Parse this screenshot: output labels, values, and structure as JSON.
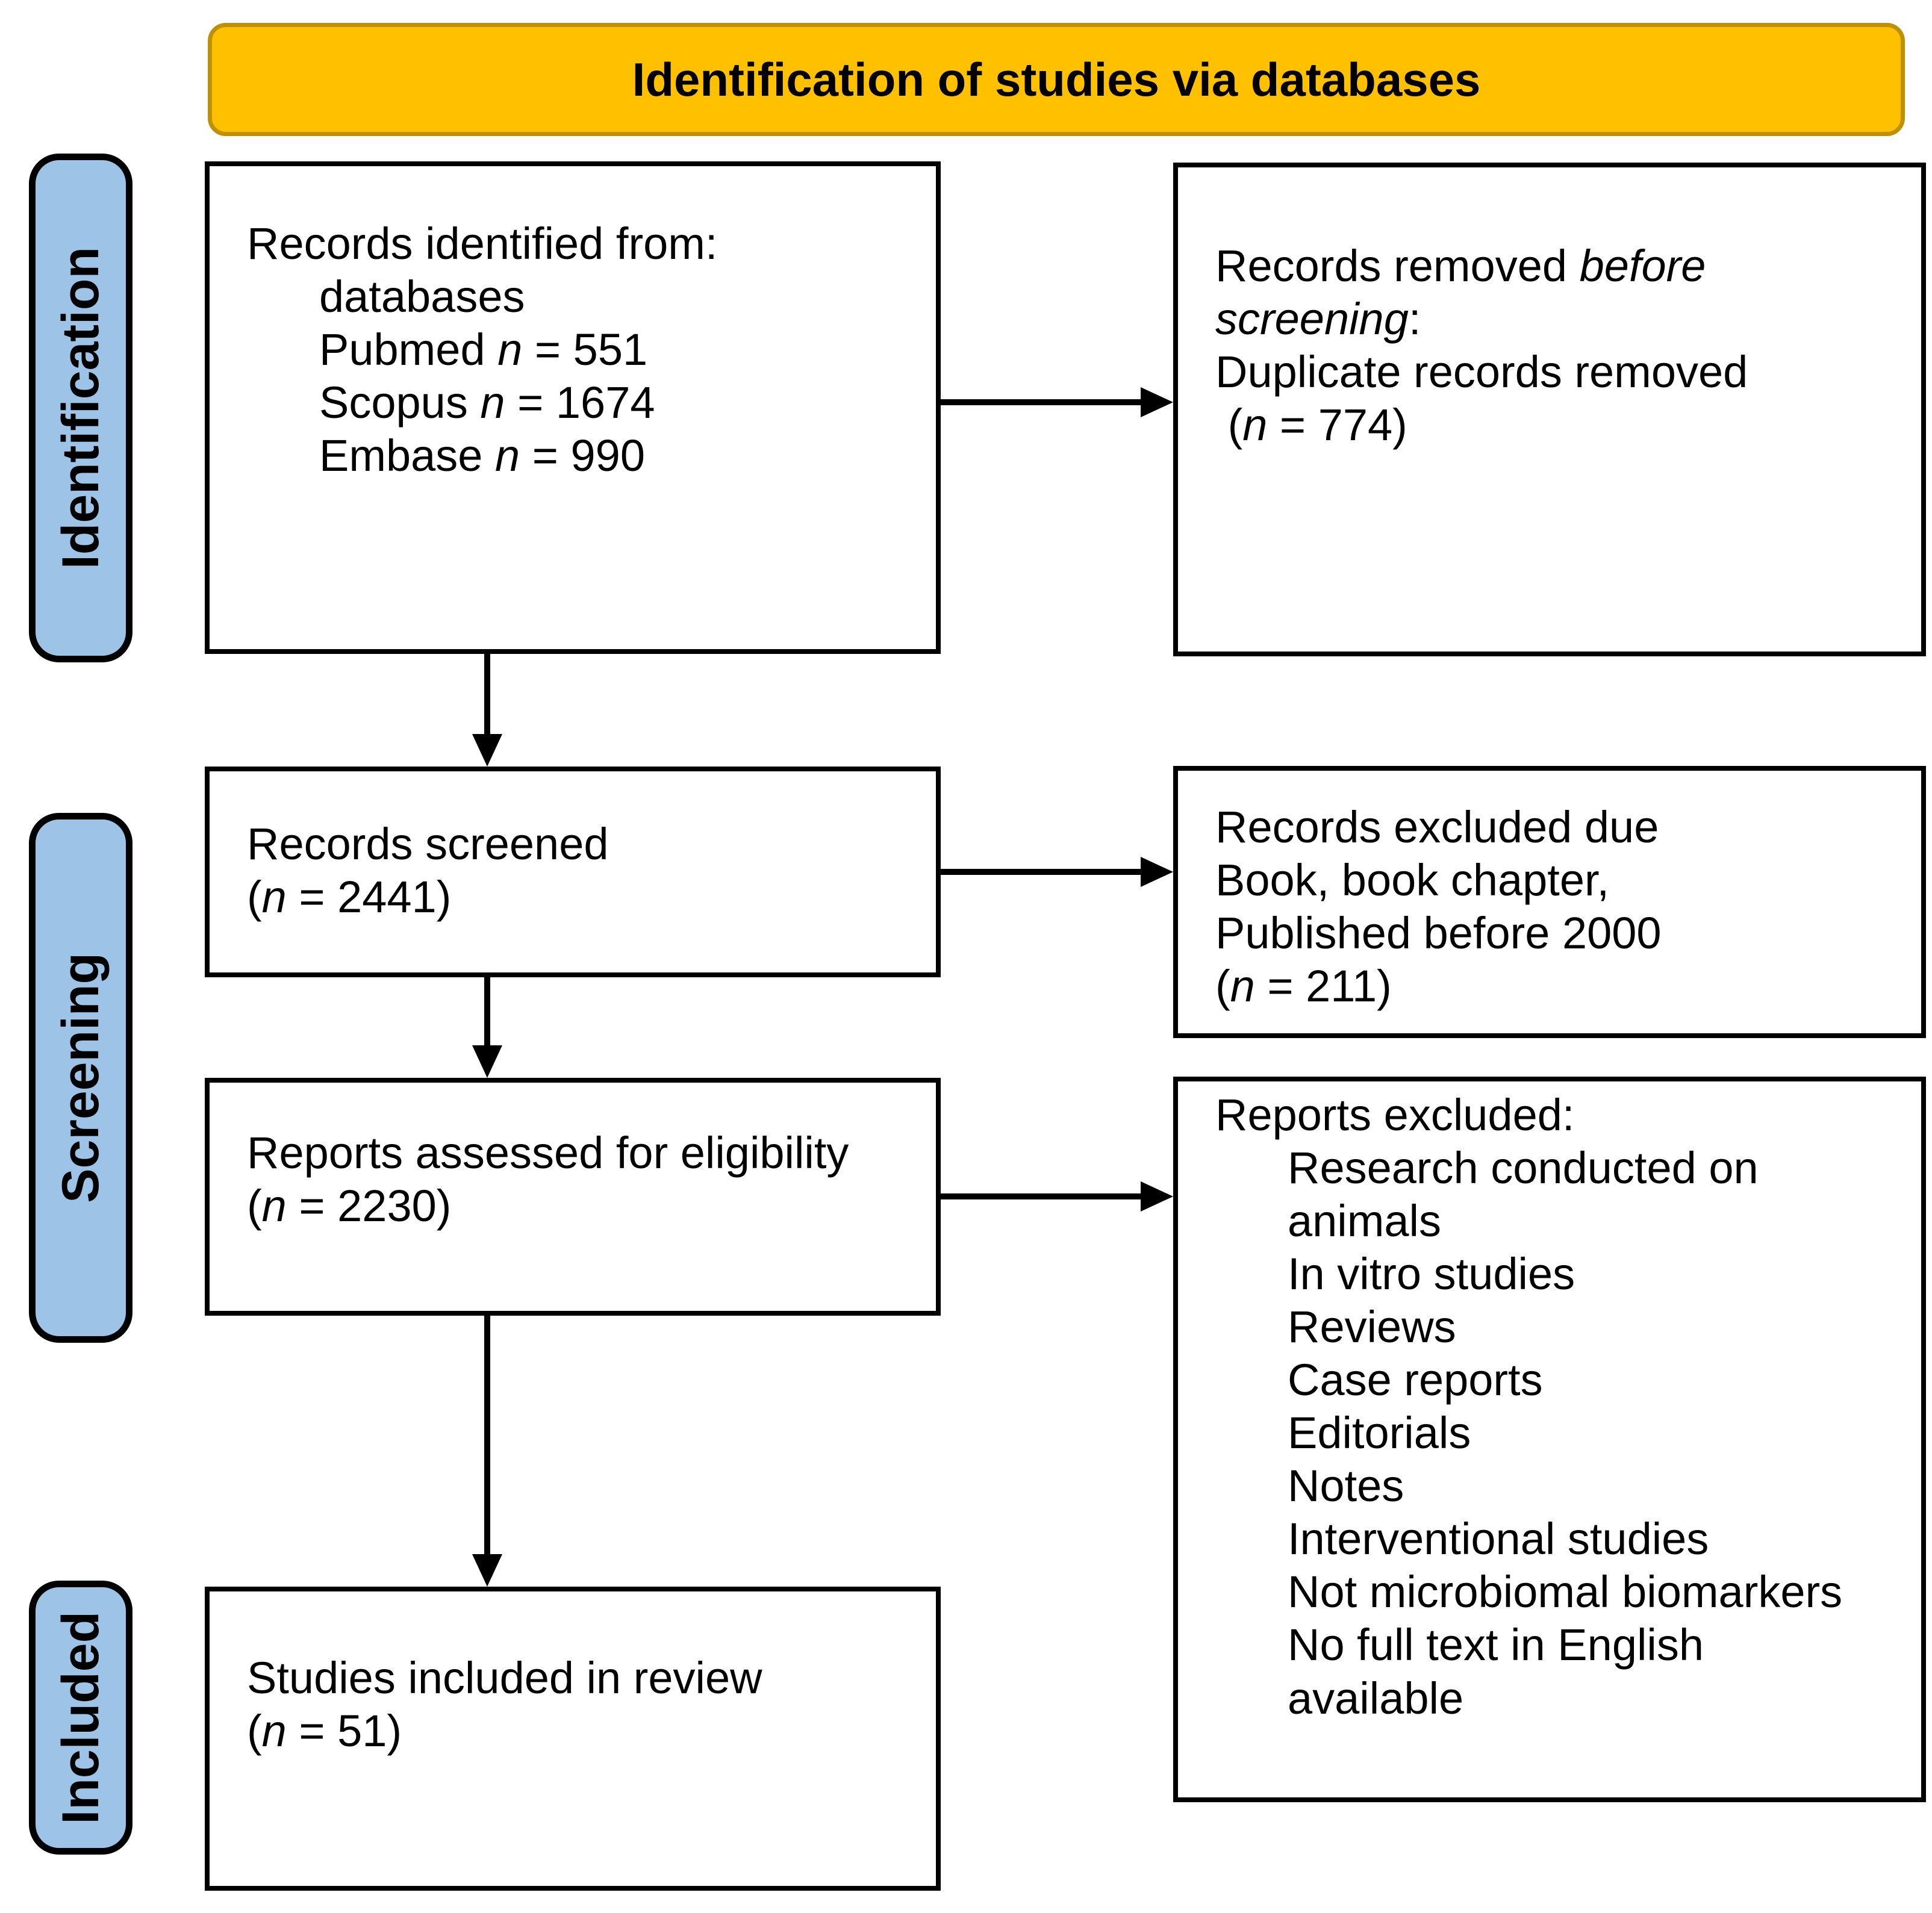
{
  "header": {
    "title": "Identification of studies via databases"
  },
  "sidebar": {
    "identification_label": "Identification",
    "screening_label": "Screening",
    "included_label": "Included"
  },
  "boxes": {
    "records_identified": {
      "lines": [
        {
          "seg": [
            {
              "t": "Records identified from:"
            }
          ]
        },
        {
          "indent": true,
          "seg": [
            {
              "t": "databases"
            }
          ]
        },
        {
          "indent": true,
          "seg": [
            {
              "t": "Pubmed "
            },
            {
              "t": "n",
              "i": true
            },
            {
              "t": " = 551"
            }
          ]
        },
        {
          "indent": true,
          "seg": [
            {
              "t": "Scopus "
            },
            {
              "t": "n",
              "i": true
            },
            {
              "t": " = 1674"
            }
          ]
        },
        {
          "indent": true,
          "seg": [
            {
              "t": "Embase "
            },
            {
              "t": "n",
              "i": true
            },
            {
              "t": " = 990"
            }
          ]
        }
      ]
    },
    "records_removed": {
      "lines": [
        {
          "seg": [
            {
              "t": "Records removed "
            },
            {
              "t": "before",
              "i": true
            }
          ]
        },
        {
          "seg": [
            {
              "t": "screening",
              "i": true
            },
            {
              "t": ":"
            }
          ]
        },
        {
          "seg": [
            {
              "t": "Duplicate records removed"
            }
          ]
        },
        {
          "seg": [
            {
              "t": " ("
            },
            {
              "t": "n",
              "i": true
            },
            {
              "t": " = 774)"
            }
          ]
        }
      ]
    },
    "records_screened": {
      "lines": [
        {
          "seg": [
            {
              "t": "Records screened"
            }
          ]
        },
        {
          "seg": [
            {
              "t": "("
            },
            {
              "t": "n",
              "i": true
            },
            {
              "t": " = 2441)"
            }
          ]
        }
      ]
    },
    "records_excluded": {
      "lines": [
        {
          "seg": [
            {
              "t": "Records excluded due"
            }
          ]
        },
        {
          "seg": [
            {
              "t": "Book, book chapter,"
            }
          ]
        },
        {
          "seg": [
            {
              "t": "Published before 2000"
            }
          ]
        },
        {
          "seg": [
            {
              "t": "("
            },
            {
              "t": "n",
              "i": true
            },
            {
              "t": " = 211)"
            }
          ]
        }
      ]
    },
    "reports_assessed": {
      "lines": [
        {
          "seg": [
            {
              "t": "Reports assessed for eligibility"
            }
          ]
        },
        {
          "seg": [
            {
              "t": "("
            },
            {
              "t": "n",
              "i": true
            },
            {
              "t": " = 2230)"
            }
          ]
        }
      ]
    },
    "reports_excluded": {
      "lines": [
        {
          "seg": [
            {
              "t": "Reports excluded:"
            }
          ]
        },
        {
          "indent": true,
          "seg": [
            {
              "t": "Research conducted on"
            }
          ]
        },
        {
          "indent": true,
          "seg": [
            {
              "t": "animals"
            }
          ]
        },
        {
          "indent": true,
          "seg": [
            {
              "t": "In vitro studies"
            }
          ]
        },
        {
          "indent": true,
          "seg": [
            {
              "t": "Reviews"
            }
          ]
        },
        {
          "indent": true,
          "seg": [
            {
              "t": "Case reports"
            }
          ]
        },
        {
          "indent": true,
          "seg": [
            {
              "t": "Editorials"
            }
          ]
        },
        {
          "indent": true,
          "seg": [
            {
              "t": "Notes"
            }
          ]
        },
        {
          "indent": true,
          "seg": [
            {
              "t": "Interventional studies"
            }
          ]
        },
        {
          "indent": true,
          "seg": [
            {
              "t": "Not microbiomal biomarkers"
            }
          ]
        },
        {
          "indent": true,
          "seg": [
            {
              "t": "No full text in English"
            }
          ]
        },
        {
          "indent": true,
          "seg": [
            {
              "t": "available"
            }
          ]
        }
      ]
    },
    "studies_included": {
      "lines": [
        {
          "seg": [
            {
              "t": "Studies included in review"
            }
          ]
        },
        {
          "seg": [
            {
              "t": "("
            },
            {
              "t": "n",
              "i": true
            },
            {
              "t": " = 51)"
            }
          ]
        }
      ]
    }
  },
  "colors": {
    "header_bg": "#FFC000",
    "header_border": "#BF9000",
    "stage_bg": "#9DC3E6"
  }
}
